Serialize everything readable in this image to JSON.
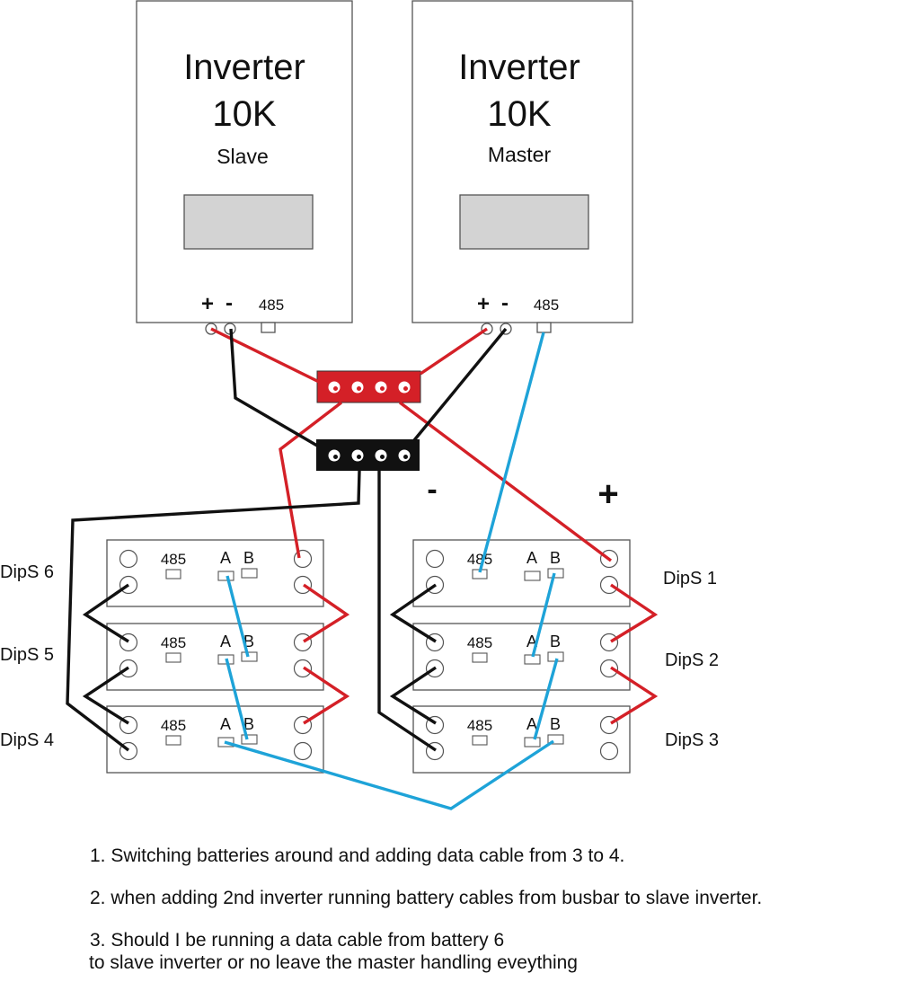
{
  "inverters": [
    {
      "id": "slave",
      "title": "Inverter",
      "rating": "10K",
      "role": "Slave",
      "plus": "+",
      "minus": "-",
      "port": "485"
    },
    {
      "id": "master",
      "title": "Inverter",
      "rating": "10K",
      "role": "Master",
      "plus": "+",
      "minus": "-",
      "port": "485"
    }
  ],
  "polarity_labels": {
    "negative": "-",
    "positive": "+"
  },
  "batteries": [
    {
      "id": "b6",
      "label": "DipS 6",
      "port": "485",
      "a": "A",
      "b": "B"
    },
    {
      "id": "b5",
      "label": "DipS 5",
      "port": "485",
      "a": "A",
      "b": "B"
    },
    {
      "id": "b4",
      "label": "DipS 4",
      "port": "485",
      "a": "A",
      "b": "B"
    },
    {
      "id": "b1",
      "label": "DipS 1",
      "port": "485",
      "a": "A",
      "b": "B"
    },
    {
      "id": "b2",
      "label": "DipS 2",
      "port": "485",
      "a": "A",
      "b": "B"
    },
    {
      "id": "b3",
      "label": "DipS 3",
      "port": "485",
      "a": "A",
      "b": "B"
    }
  ],
  "busbars": [
    {
      "id": "positive",
      "color": "#d42027",
      "holes": 4
    },
    {
      "id": "negative",
      "color": "#111111",
      "holes": 4
    }
  ],
  "colors": {
    "positive_cable": "#d42027",
    "negative_cable": "#111111",
    "data_cable": "#1ea3d8",
    "display": "#d3d3d3"
  },
  "notes": {
    "n1": "1. Switching batteries around and adding data cable from 3 to 4.",
    "n2": "2. when adding 2nd inverter running battery cables from busbar to slave inverter.",
    "n3a": "3. Should I be running a data cable from battery 6",
    "n3b": "to slave inverter or no leave the master handling eveything"
  }
}
